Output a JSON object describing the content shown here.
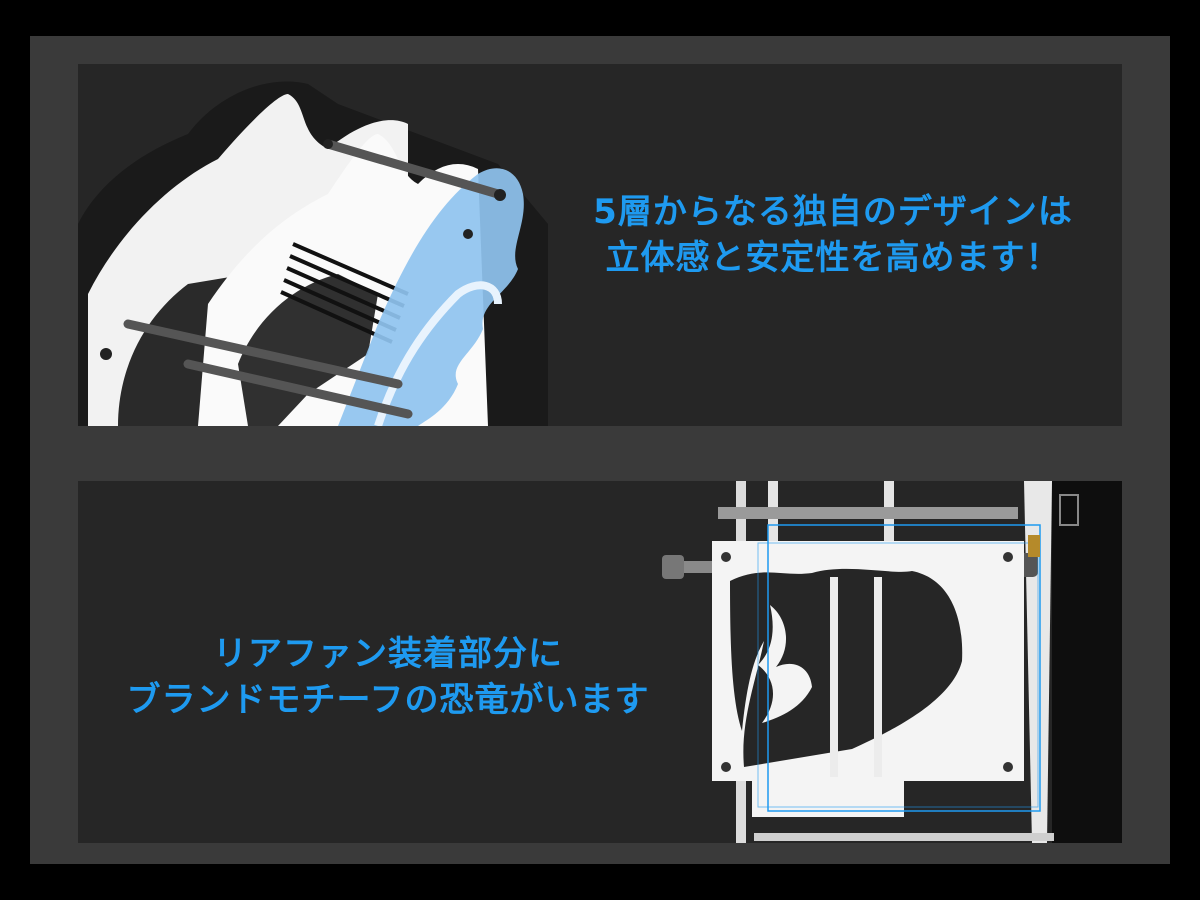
{
  "panels": [
    {
      "caption_lines": [
        "5層からなる独自のデザインは",
        "立体感と安定性を高めます！"
      ]
    },
    {
      "caption_lines": [
        "リアファン装着部分に",
        "ブランドモチーフの恐竜がいます"
      ]
    }
  ],
  "colors": {
    "caption": "#1e9af0",
    "panel_bg": "#262626",
    "frame_bg": "#3a3a3a",
    "outer_bg": "#000000",
    "acrylic_blue": "#8fc3ef"
  }
}
